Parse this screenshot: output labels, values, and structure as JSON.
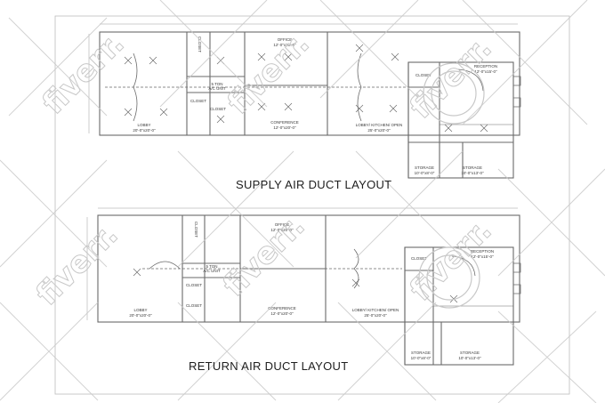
{
  "drawing": {
    "supply_title": "SUPPLY AIR DUCT LAYOUT",
    "return_title": "RETURN AIR DUCT LAYOUT",
    "watermark_text": "fiverr.",
    "line_color": "#6a6a6a",
    "watermark_color": "#c8c8c8"
  },
  "supply_plan": {
    "rooms": {
      "lobby": "LOBBY",
      "lobby_size": "20'-0\"x20'-0\"",
      "closet_a": "CLOSET",
      "closet_b": "CLOSET",
      "closet_c": "CLOSET",
      "closet_d": "CLOSET",
      "ac_unit": "5 TON",
      "ac_unit_2": "A/C UNIT",
      "office": "OFFICE",
      "office_size": "12'-0\"x20'-0\"",
      "conference": "CONFERENCE",
      "conference_size": "12'-0\"x20'-0\"",
      "lobby_kitchen": "LOBBY/ KITCHEN/ OPEN",
      "lobby_kitchen_size": "25'-0\"x20'-0\"",
      "reception": "RECEPTION",
      "reception_size": "12'-0\"x15'-0\"",
      "storage_a": "STORAGE",
      "storage_a_size": "10'-0\"x8'-0\"",
      "storage_b": "STORAGE",
      "storage_b_size": "10'-0\"x13'-0\""
    }
  },
  "return_plan": {
    "rooms": {
      "lobby": "LOBBY",
      "lobby_size": "20'-0\"x20'-0\"",
      "closet_a": "CLOSET",
      "closet_b": "CLOSET",
      "closet_c": "CLOSET",
      "ac_unit": "5 TON",
      "ac_unit_2": "A/C UNIT",
      "office": "OFFICE",
      "office_size": "12'-0\"x20'-0\"",
      "conference": "CONFERENCE",
      "conference_size": "12'-0\"x20'-0\"",
      "lobby_kitchen": "LOBBY/ KITCHEN/ OPEN",
      "lobby_kitchen_size": "25'-0\"x20'-0\"",
      "reception": "RECEPTION",
      "reception_size": "12'-0\"x15'-0\"",
      "closet_d": "CLOSET",
      "storage_a": "STORAGE",
      "storage_a_size": "10'-0\"x8'-0\"",
      "storage_b": "STORAGE",
      "storage_b_size": "10'-0\"x13'-0\""
    }
  }
}
